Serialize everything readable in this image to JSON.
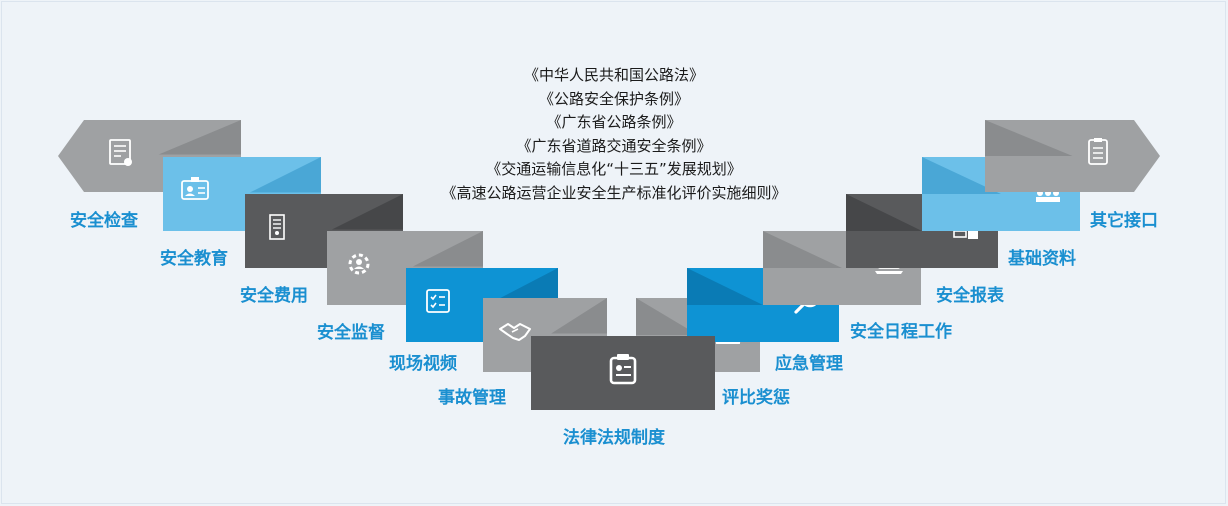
{
  "laws": [
    "《中华人民共和国公路法》",
    "《公路安全保护条例》",
    "《广东省公路条例》",
    "《广东省道路交通安全条例》",
    "《交通运输信息化“十三五”发展规划》",
    "《高速公路运营企业安全生产标准化评价实施细则》"
  ],
  "colors": {
    "light_gray": "#9fa1a3",
    "dark_gray": "#595a5c",
    "light_blue": "#6cc0e9",
    "blue": "#0e93d4",
    "label_blue": "#1a8fd0"
  },
  "left_modules": [
    {
      "label": "安全检查",
      "icon": "certificate-icon"
    },
    {
      "label": "安全教育",
      "icon": "id-card-icon"
    },
    {
      "label": "安全费用",
      "icon": "document-icon"
    },
    {
      "label": "安全监督",
      "icon": "gear-person-icon"
    },
    {
      "label": "现场视频",
      "icon": "checklist-icon"
    },
    {
      "label": "事故管理",
      "icon": "handshake-icon"
    }
  ],
  "center_module": {
    "label": "法律法规制度",
    "icon": "clipboard-icon"
  },
  "right_modules": [
    {
      "label": "评比奖惩",
      "icon": "treasure-box-icon"
    },
    {
      "label": "应急管理",
      "icon": "search-icon"
    },
    {
      "label": "安全日程工作",
      "icon": "laptop-icon"
    },
    {
      "label": "安全报表",
      "icon": "server-icon"
    },
    {
      "label": "基础资料",
      "icon": "meeting-icon"
    },
    {
      "label": "其它接口",
      "icon": "checklist-doc-icon"
    }
  ]
}
